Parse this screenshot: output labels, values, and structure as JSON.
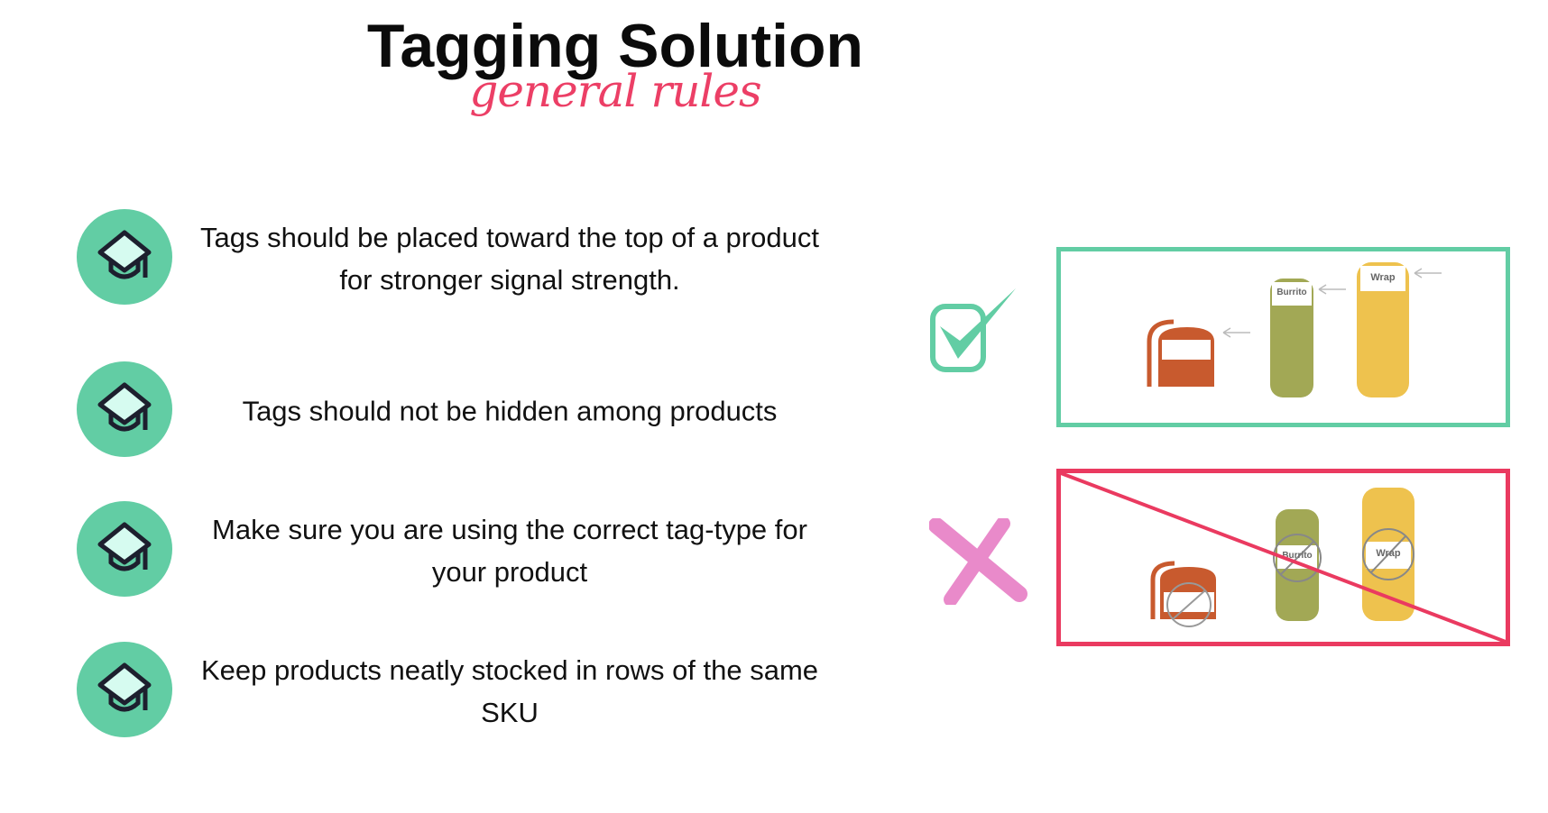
{
  "header": {
    "title": "Tagging Solution",
    "subtitle": "general rules"
  },
  "rules": [
    {
      "icon": "graduation-cap-icon",
      "text": "Tags should be placed toward the top of a product for stronger signal strength."
    },
    {
      "icon": "graduation-cap-icon",
      "text": "Tags should not be hidden among products"
    },
    {
      "icon": "graduation-cap-icon",
      "text": "Make sure you are using the correct tag-type for your product"
    },
    {
      "icon": "graduation-cap-icon",
      "text": "Keep products neatly stocked in rows of the same SKU"
    }
  ],
  "examples": {
    "correct": {
      "icon": "checkbox-check-icon",
      "labels": {
        "burrito": "Burrito",
        "wrap": "Wrap"
      }
    },
    "incorrect": {
      "icon": "cross-icon",
      "labels": {
        "burrito": "Burrito",
        "wrap": "Wrap"
      }
    }
  },
  "colors": {
    "accent_green": "#62cda4",
    "accent_red": "#ea3a60",
    "cross_pink": "#e98aca",
    "bread": "#c85a2e",
    "burrito": "#a2a855",
    "wrap": "#eec24e"
  }
}
